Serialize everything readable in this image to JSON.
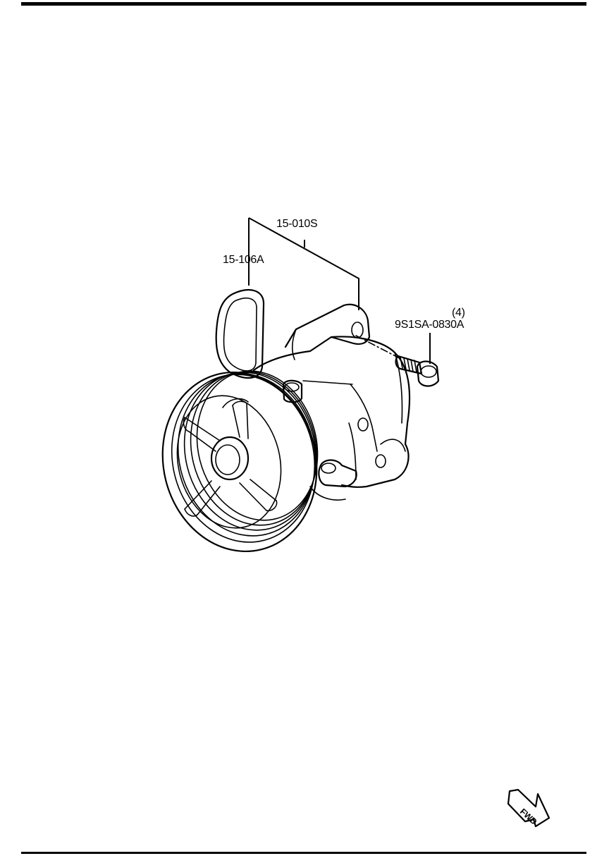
{
  "callouts": {
    "assembly_part": "15-010S",
    "oring_part": "15-106A",
    "bolt_qty": "(4)",
    "bolt_part": "9S1SA-0830A"
  },
  "fwd_label": "FWD"
}
